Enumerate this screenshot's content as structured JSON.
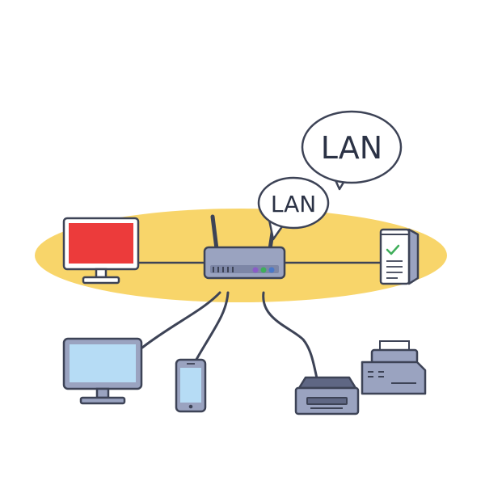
{
  "diagram": {
    "bubbles": [
      {
        "label": "LAN"
      },
      {
        "label": "LAN"
      }
    ],
    "colors": {
      "lan_zone": "#f8d56a",
      "outline": "#3d4356",
      "device_body": "#9aa3c0",
      "device_dark": "#5f6784",
      "screen_red": "#ec3b3b",
      "screen_blue": "#b6dcf5",
      "check_green": "#3fae5a",
      "led_purple": "#8a5cc7",
      "led_green": "#3fae5a",
      "led_blue": "#4a78c9"
    },
    "devices": [
      {
        "icon": "desktop-monitor-icon",
        "screen": "red"
      },
      {
        "icon": "router-icon"
      },
      {
        "icon": "server-icon"
      },
      {
        "icon": "desktop-monitor-icon",
        "screen": "blue"
      },
      {
        "icon": "smartphone-icon"
      },
      {
        "icon": "printer-icon"
      },
      {
        "icon": "multifunction-printer-icon"
      }
    ]
  }
}
